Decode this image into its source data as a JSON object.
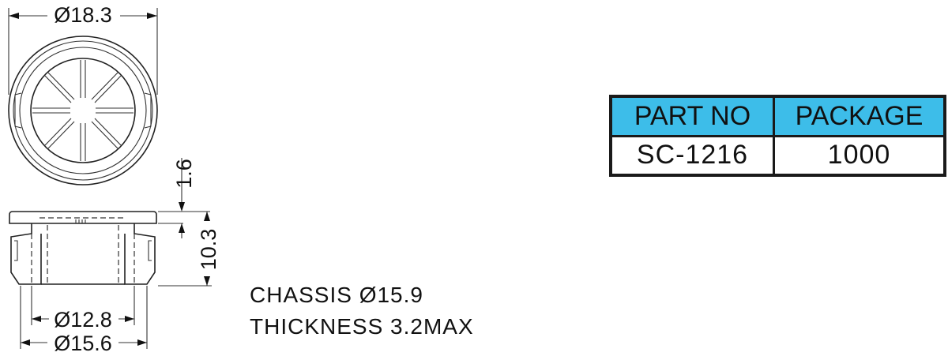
{
  "dimensions": {
    "outer_diameter": "Ø18.3",
    "flange_thickness": "1.6",
    "height": "10.3",
    "inner_diameter": "Ø12.8",
    "body_diameter": "Ø15.6"
  },
  "notes": {
    "chassis": "CHASSIS Ø15.9",
    "thickness": "THICKNESS 3.2MAX"
  },
  "table": {
    "headers": [
      "PART NO",
      "PACKAGE"
    ],
    "rows": [
      [
        "SC-1216",
        "1000"
      ]
    ],
    "header_color": "#3dbde9"
  }
}
